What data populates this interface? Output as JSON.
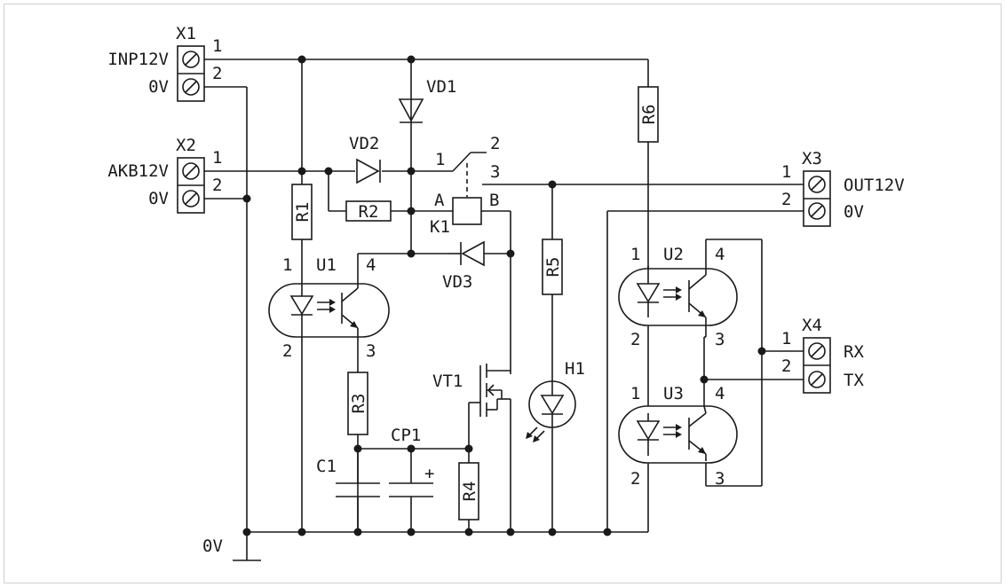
{
  "connectors": {
    "x1": {
      "ref": "X1",
      "pin1": "1",
      "pin2": "2",
      "label1": "INP12V",
      "label2": "0V"
    },
    "x2": {
      "ref": "X2",
      "pin1": "1",
      "pin2": "2",
      "label1": "AKB12V",
      "label2": "0V"
    },
    "x3": {
      "ref": "X3",
      "pin1": "1",
      "pin2": "2",
      "label1": "OUT12V",
      "label2": "0V"
    },
    "x4": {
      "ref": "X4",
      "pin1": "1",
      "pin2": "2",
      "label1": "RX",
      "label2": "TX"
    }
  },
  "resistors": {
    "r1": "R1",
    "r2": "R2",
    "r3": "R3",
    "r4": "R4",
    "r5": "R5",
    "r6": "R6"
  },
  "diodes": {
    "vd1": "VD1",
    "vd2": "VD2",
    "vd3": "VD3"
  },
  "relay": {
    "ref": "K1",
    "coil_a": "A",
    "coil_b": "B",
    "pin1": "1",
    "pin2": "2",
    "pin3": "3"
  },
  "optocouplers": {
    "u1": {
      "ref": "U1",
      "p1": "1",
      "p2": "2",
      "p3": "3",
      "p4": "4"
    },
    "u2": {
      "ref": "U2",
      "p1": "1",
      "p2": "2",
      "p3": "3",
      "p4": "4"
    },
    "u3": {
      "ref": "U3",
      "p1": "1",
      "p2": "2",
      "p3": "3",
      "p4": "4"
    }
  },
  "transistor": {
    "ref": "VT1"
  },
  "led": {
    "ref": "H1"
  },
  "capacitors": {
    "c1": "C1",
    "cp1": "CP1",
    "cp1_polarity": "+"
  },
  "ground": {
    "label": "0V"
  }
}
